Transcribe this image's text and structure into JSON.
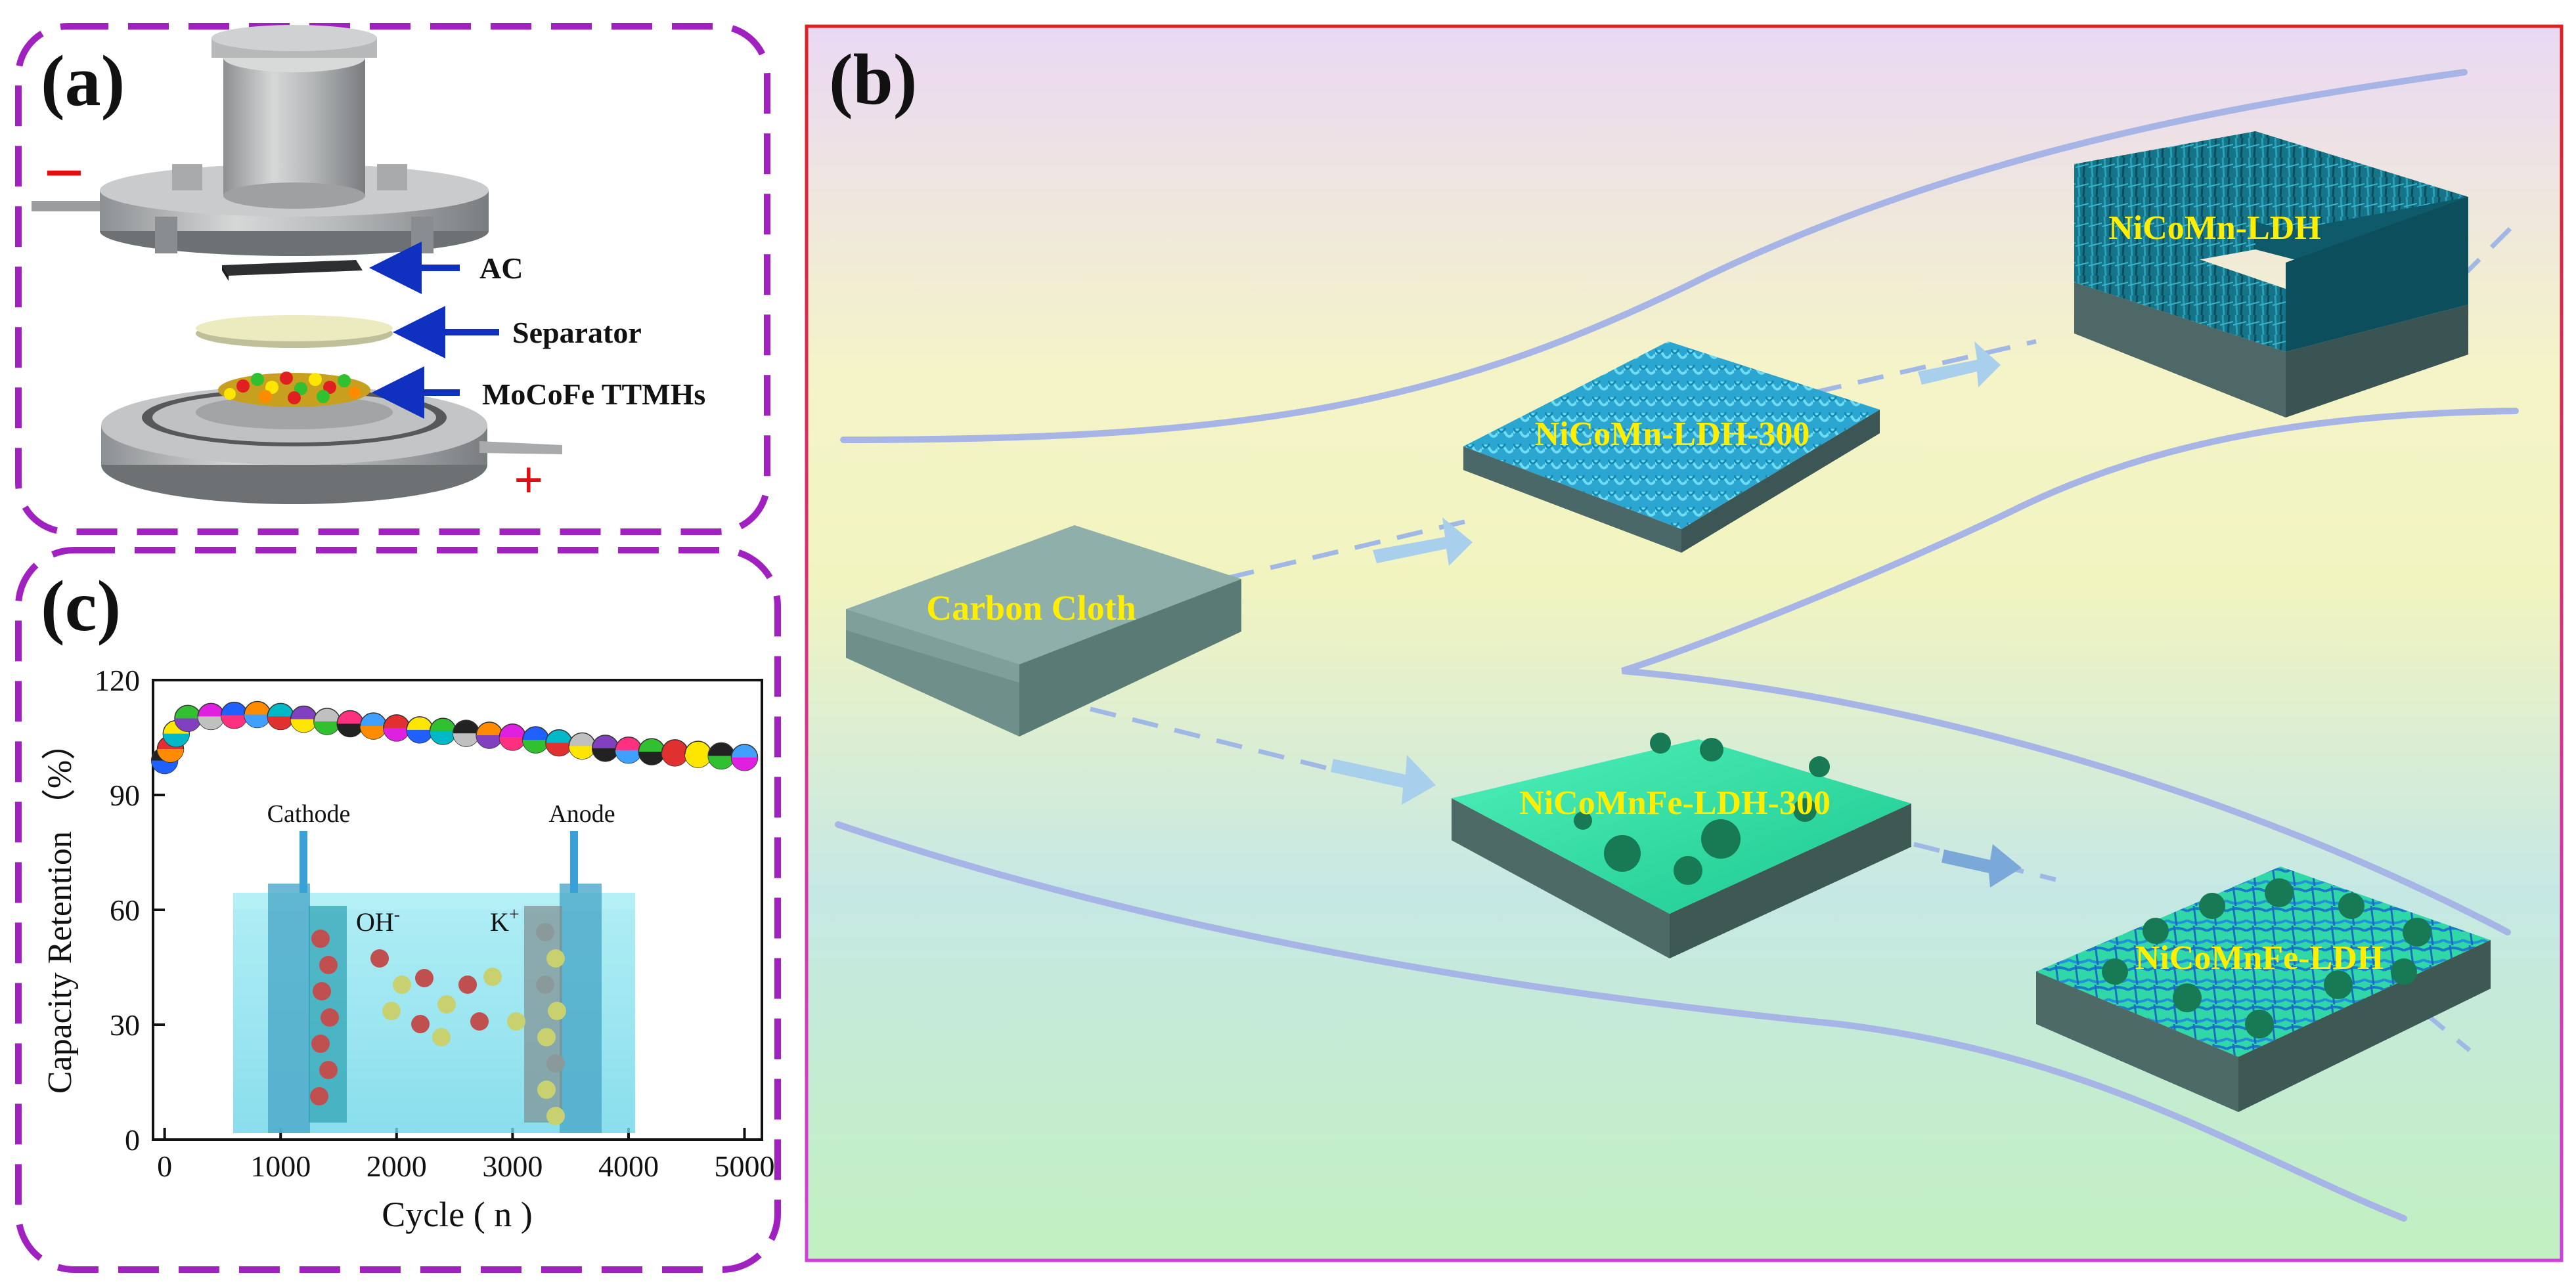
{
  "panel_a": {
    "label": "(a)",
    "minus_sign": "−",
    "plus_sign": "+",
    "labels": {
      "ac": "AC",
      "separator": "Separator",
      "mocofe": "MoCoFe TTMHs"
    }
  },
  "panel_b": {
    "label": "(b)",
    "nodes": {
      "carbon_cloth": "Carbon Cloth",
      "nicomn_ldh_300": "NiCoMn-LDH-300",
      "nicomn_ldh": "NiCoMn-LDH",
      "nicomnfe_ldh_300": "NiCoMnFe-LDH-300",
      "nicomnfe_ldh": "NiCoMnFe-LDH"
    }
  },
  "panel_c": {
    "label": "(c)",
    "inset": {
      "cathode": "Cathode",
      "anode": "Anode",
      "oh": "OH",
      "oh_sup": "-",
      "k": "K",
      "k_sup": "+"
    }
  },
  "chart_data": {
    "type": "scatter",
    "xlabel": "Cycle ( n )",
    "ylabel": "Capacity Retention （%）",
    "xlim": [
      -100,
      5150
    ],
    "ylim": [
      0,
      120
    ],
    "xticks": [
      "0",
      "1000",
      "2000",
      "3000",
      "4000",
      "5000"
    ],
    "yticks": [
      "0",
      "30",
      "60",
      "90",
      "120"
    ],
    "x": [
      0,
      50,
      100,
      200,
      400,
      600,
      800,
      1000,
      1200,
      1400,
      1600,
      1800,
      2000,
      2200,
      2400,
      2600,
      2800,
      3000,
      3200,
      3400,
      3600,
      3800,
      4000,
      4200,
      4400,
      4600,
      4800,
      5000
    ],
    "y": [
      99,
      102,
      106,
      110,
      110.5,
      110.8,
      111,
      110.5,
      109.8,
      109.2,
      108.6,
      108,
      107.5,
      107,
      106.6,
      106.1,
      105.6,
      105.1,
      104.4,
      103.6,
      102.8,
      102.2,
      101.7,
      101.3,
      101,
      100.6,
      100.2,
      99.8
    ],
    "marker_colors": [
      "#222222",
      "#e03030",
      "#ffe600",
      "#30c030",
      "#e020e0",
      "#2060ff",
      "#ff8c00",
      "#00b8c8",
      "#8040c0",
      "#c0c0c0",
      "#ff3080",
      "#40a0ff",
      "#e03030",
      "#ffe600",
      "#30c030",
      "#222222",
      "#ff8c00",
      "#e020e0",
      "#2060ff",
      "#00b8c8",
      "#c0c0c0",
      "#8040c0",
      "#ff3080",
      "#30c030",
      "#e03030",
      "#ffe600",
      "#222222",
      "#40a0ff"
    ]
  },
  "colors": {
    "dashed_border": "#a020c0",
    "panel_b_border_top": "#e02020",
    "panel_b_border_bottom": "#d040e0",
    "label_yellow": "#ffee00",
    "arrow_blue": "#1030c0",
    "plus_red": "#e01010"
  }
}
